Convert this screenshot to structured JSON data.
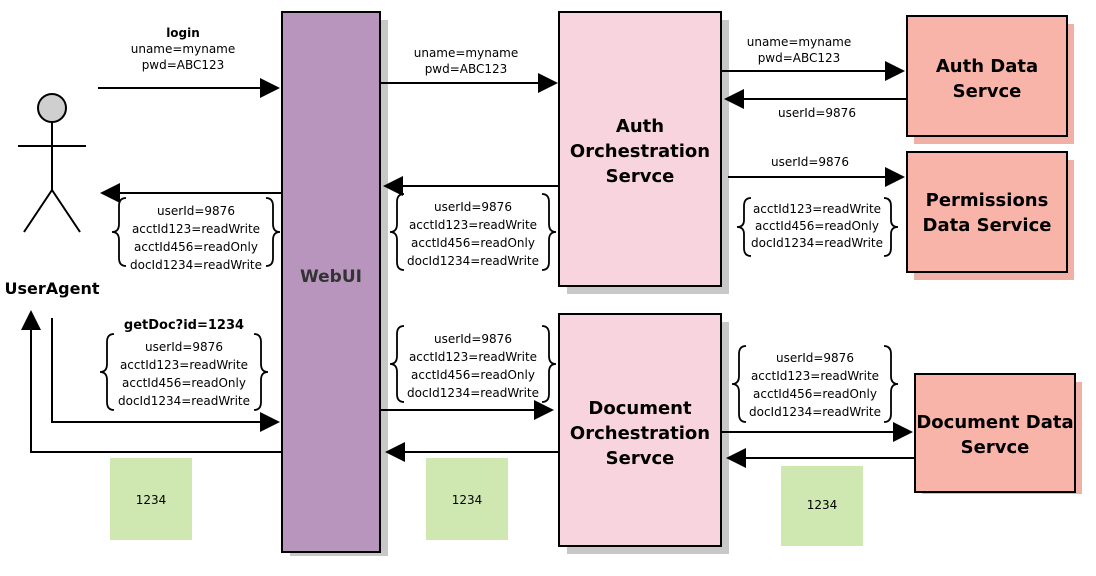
{
  "actor": {
    "label": "UserAgent"
  },
  "webui": {
    "label": "WebUI"
  },
  "auth_orch": {
    "lines": [
      "Auth",
      "Orchestration",
      "Servce"
    ]
  },
  "doc_orch": {
    "lines": [
      "Document",
      "Orchestration",
      "Servce"
    ]
  },
  "auth_data": {
    "lines": [
      "Auth Data",
      "Servce"
    ]
  },
  "perm_data": {
    "lines": [
      "Permissions",
      "Data Service"
    ]
  },
  "doc_data": {
    "lines": [
      "Document Data",
      "Servce"
    ]
  },
  "login_msg": {
    "title": "login",
    "lines": [
      "uname=myname",
      "pwd=ABC123"
    ]
  },
  "web_to_auth_msg": {
    "lines": [
      "uname=myname",
      "pwd=ABC123"
    ]
  },
  "auth_to_authdata_msg": {
    "lines": [
      "uname=myname",
      "pwd=ABC123"
    ]
  },
  "authdata_reply": {
    "text": "userId=9876"
  },
  "auth_to_perm_msg": {
    "text": "userId=9876"
  },
  "perm_reply": {
    "lines": [
      "acctId123=readWrite",
      "acctId456=readOnly",
      "docId1234=readWrite"
    ]
  },
  "auth_to_web_reply": {
    "lines": [
      "userId=9876",
      "acctId123=readWrite",
      "acctId456=readOnly",
      "docId1234=readWrite"
    ]
  },
  "web_to_user_reply": {
    "lines": [
      "userId=9876",
      "acctId123=readWrite",
      "acctId456=readOnly",
      "docId1234=readWrite"
    ]
  },
  "getdoc_msg": {
    "title": "getDoc?id=1234",
    "lines": [
      "userId=9876",
      "acctId123=readWrite",
      "acctId456=readOnly",
      "docId1234=readWrite"
    ]
  },
  "web_to_doc_msg": {
    "lines": [
      "userId=9876",
      "acctId123=readWrite",
      "acctId456=readOnly",
      "docId1234=readWrite"
    ]
  },
  "doc_to_docdata_msg": {
    "lines": [
      "userId=9876",
      "acctId123=readWrite",
      "acctId456=readOnly",
      "docId1234=readWrite"
    ]
  },
  "notes": {
    "n1": "1234",
    "n2": "1234",
    "n3": "1234"
  },
  "colors": {
    "webui_fill": "#b795bd",
    "orch_fill": "#f8d4de",
    "data_fill": "#f8b4a8",
    "note_fill": "#cfe7b0",
    "shadow": "#c8c8c8",
    "stroke": "#000000"
  }
}
